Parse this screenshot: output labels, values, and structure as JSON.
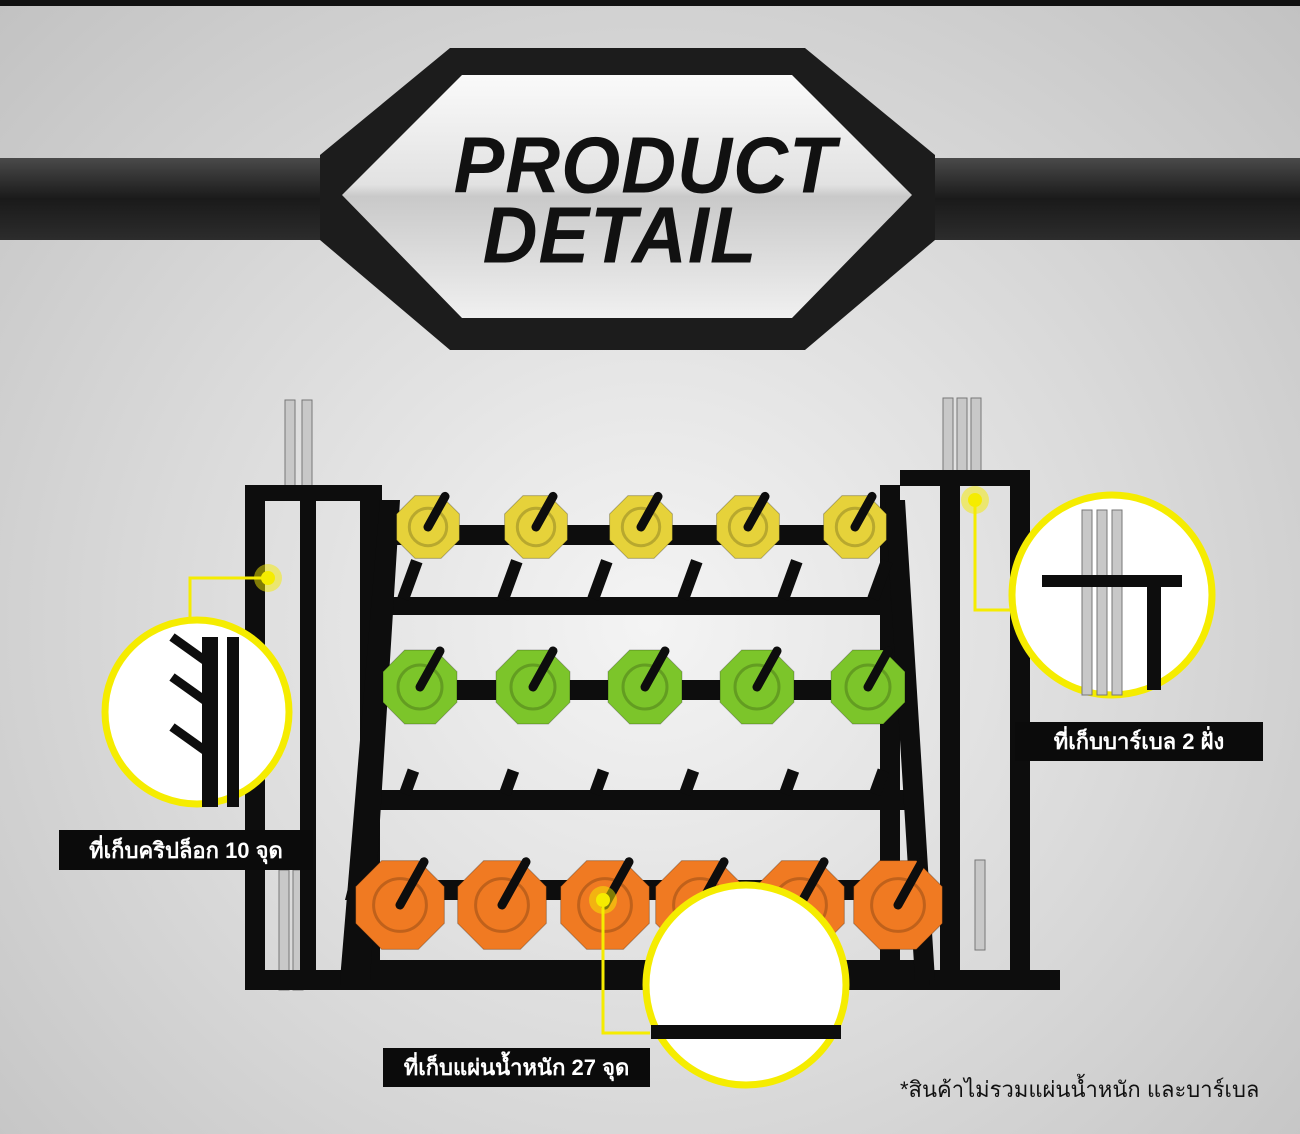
{
  "header": {
    "line1": "PRODUCT",
    "line2": "DETAIL"
  },
  "callouts": {
    "clip_storage": "ที่เก็บคริปล็อก 10 จุด",
    "barbell_storage": "ที่เก็บบาร์เบล 2 ฝั่ง",
    "plate_storage": "ที่เก็บแผ่นน้ำหนัก 27 จุด"
  },
  "footnote": "*สินค้าไม่รวมแผ่นน้ำหนัก และบาร์เบล",
  "colors": {
    "accent": "#f5ec00",
    "yellow_plate": "#e6d23a",
    "green_plate": "#7cc52a",
    "orange_plate": "#f07a22",
    "frame": "#0d0d0d"
  }
}
